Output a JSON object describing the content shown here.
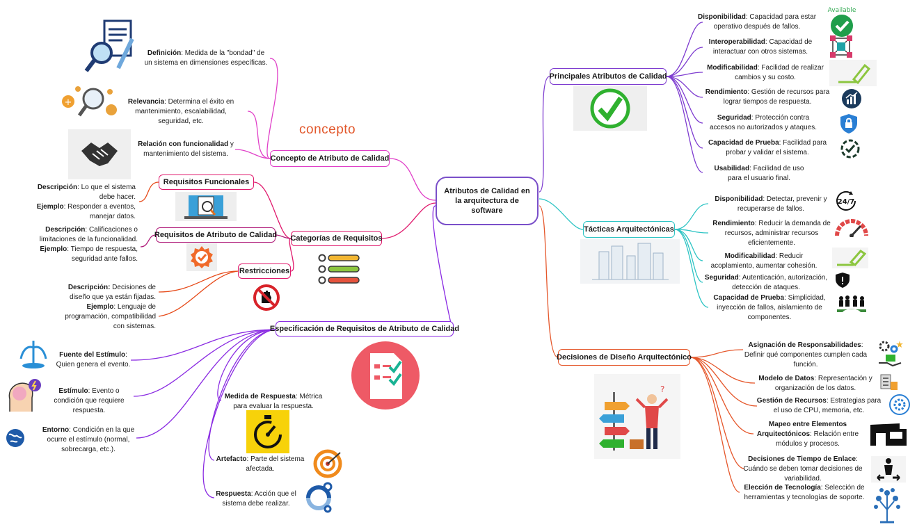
{
  "root": {
    "label": "Atributos de Calidad en la arquitectura de software"
  },
  "concept_word": "concepto",
  "left": {
    "concepto": {
      "label": "Concepto de Atributo de Calidad",
      "items": [
        {
          "term": "Definición",
          "text": ": Medida de la \"bondad\" de un sistema en dimensiones específicas.",
          "icon": "document-magnifier-icon"
        },
        {
          "term": "Relevancia",
          "text": ": Determina el éxito en mantenimiento, escalabilidad, seguridad, etc.",
          "icon": "magnifier-plus-icon"
        },
        {
          "term": "Relación con funcionalidad",
          "text": " y mantenimiento del sistema.",
          "icon": "handshake-icon"
        }
      ]
    },
    "categorias": {
      "label": "Categorías de Requisitos",
      "icon": "checklist-bars-icon",
      "children": [
        {
          "label": "Requisitos Funcionales",
          "icon": "laptop-clipboard-icon",
          "desc_term": "Descripción",
          "desc": ": Lo que el sistema debe hacer.",
          "ex_term": "Ejemplo",
          "ex": ": Responder a eventos, manejar datos."
        },
        {
          "label": "Requisitos de Atributo de Calidad",
          "icon": "quality-badge-icon",
          "desc_term": "Descripción",
          "desc": ": Calificaciones o limitaciones de la funcionalidad.",
          "ex_term": "Ejemplo",
          "ex": ": Tiempo de respuesta, seguridad ante fallos."
        },
        {
          "label": "Restricciones",
          "icon": "stop-hand-icon",
          "desc_term": "Descripción:",
          "desc": " Decisiones de diseño que ya están fijadas.",
          "ex_term": "Ejemplo",
          "ex": ": Lenguaje de programación, compatibilidad con sistemas."
        }
      ]
    },
    "especificacion": {
      "label": "Especificación de Requisitos de Atributo de Calidad",
      "icon": "document-check-icon",
      "items": [
        {
          "term": "Fuente del Estímulo",
          "text": ": Quien genera el evento.",
          "icon": "fountain-icon"
        },
        {
          "term": "Estímulo",
          "text": ": Evento o condición que requiere respuesta.",
          "icon": "brain-lightning-icon"
        },
        {
          "term": "Entorno",
          "text": ": Condición en la que ocurre el estímulo (normal, sobrecarga, etc.).",
          "icon": "globe-icon"
        },
        {
          "term": "Medida de Respuesta",
          "text": ": Métrica para evaluar la respuesta.",
          "icon": "stopwatch-icon"
        },
        {
          "term": "Artefacto",
          "text": ": Parte del sistema afectada.",
          "icon": "target-icon"
        },
        {
          "term": "Respuesta",
          "text": ": Acción que el sistema debe realizar.",
          "icon": "gear-cycle-icon"
        }
      ]
    }
  },
  "right": {
    "principales": {
      "label": "Principales Atributos de Calidad",
      "icon": "big-check-icon",
      "items": [
        {
          "term": "Disponibilidad",
          "text": ": Capacidad para estar operativo después de fallos.",
          "icon": "available-check-icon",
          "badge": "Available"
        },
        {
          "term": "Interoperabilidad",
          "text": ": Capacidad de interactuar con otros sistemas.",
          "icon": "network-nodes-icon"
        },
        {
          "term": "Modificabilidad",
          "text": ": Facilidad de realizar cambios y su costo.",
          "icon": "pencil-edit-icon"
        },
        {
          "term": "Rendimiento",
          "text": ": Gestión de recursos para lograr tiempos de respuesta.",
          "icon": "growth-chart-icon"
        },
        {
          "term": "Seguridad",
          "text": ": Protección contra accesos no autorizados y ataques.",
          "icon": "shield-lock-icon"
        },
        {
          "term": "Capacidad de Prueba",
          "text": ": Facilidad para probar y validar el sistema.",
          "icon": "verified-check-icon"
        },
        {
          "term": "Usabilidad",
          "text": ": Facilidad de uso para el usuario final.",
          "icon": ""
        }
      ]
    },
    "tacticas": {
      "label": "Tácticas Arquitectónicas",
      "icon": "city-buildings-icon",
      "items": [
        {
          "term": "Disponibilidad",
          "text": ": Detectar, prevenir y recuperarse de fallos.",
          "icon": "clock-24-7-icon",
          "badge": "24/7"
        },
        {
          "term": "Rendimiento",
          "text": ": Reducir la demanda de recursos, administrar recursos eficientemente.",
          "icon": "speedometer-icon"
        },
        {
          "term": "Modificabilidad",
          "text": ": Reducir acoplamiento, aumentar cohesión.",
          "icon": "pencil-edit-icon"
        },
        {
          "term": "Seguridad",
          "text": ": Autenticación, autorización, detección de ataques.",
          "icon": "shield-alert-icon"
        },
        {
          "term": "Capacidad de Prueba",
          "text": ": Simplicidad, inyección de fallos, aislamiento de componentes.",
          "icon": "team-bridge-icon"
        }
      ]
    },
    "decisiones": {
      "label": "Decisiones de Diseño Arquitectónico",
      "icon": "signpost-person-icon",
      "items": [
        {
          "term": "Asignación de Responsabilidades",
          "text": ": Definir qué componentes cumplen cada función.",
          "icon": "gears-hand-icon"
        },
        {
          "term": "Modelo de Datos",
          "text": ": Representación y organización de los datos.",
          "icon": "database-icon"
        },
        {
          "term": "Gestión de Recursos",
          "text": ": Estrategias para el uso de CPU, memoria, etc.",
          "icon": "resource-gear-icon"
        },
        {
          "term": "Mapeo entre Elementos Arquitectónicos",
          "text": ": Relación entre módulos y procesos.",
          "icon": "building-icon"
        },
        {
          "term": "Decisiones de Tiempo de Enlace",
          "text": ": Cuándo se deben tomar decisiones de variabilidad.",
          "icon": "person-arrows-icon"
        },
        {
          "term": "Elección de Tecnología",
          "text": ": Selección de herramientas y tecnologías de soporte.",
          "icon": "tech-tree-icon"
        }
      ]
    }
  },
  "colors": {
    "root_border": "#7a4fc9",
    "concepto": "#e040c8",
    "categorias": "#e0186c",
    "funcionales": "#e0186c",
    "calidad": "#b01c7a",
    "restricciones": "#e0186c",
    "restr_children": "#e64a19",
    "especificacion": "#8a2be2",
    "principales": "#7e3cd0",
    "tacticas": "#2ec4c4",
    "decisiones": "#e5572b"
  }
}
